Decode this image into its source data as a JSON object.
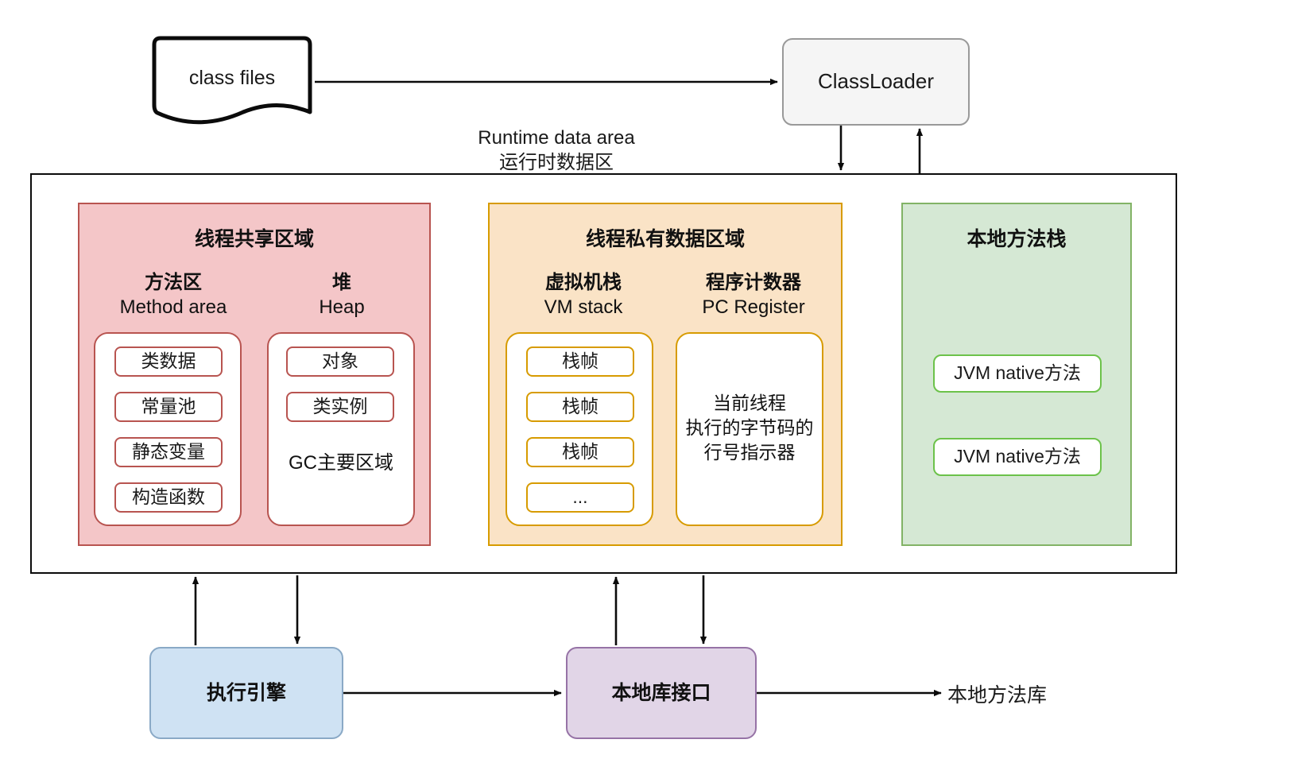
{
  "diagram": {
    "title_en": "Runtime data area",
    "title_cn": "运行时数据区"
  },
  "class_files": {
    "label": "class files"
  },
  "classloader": {
    "label": "ClassLoader"
  },
  "regions": {
    "shared": {
      "title": "线程共享区域",
      "areas": [
        {
          "name_cn": "方法区",
          "name_en": "Method area",
          "items": [
            "类数据",
            "常量池",
            "静态变量",
            "构造函数"
          ]
        },
        {
          "name_cn": "堆",
          "name_en": "Heap",
          "items": [
            "对象",
            "类实例"
          ],
          "note": "GC主要区域"
        }
      ]
    },
    "private": {
      "title": "线程私有数据区域",
      "areas": [
        {
          "name_cn": "虚拟机栈",
          "name_en": "VM stack",
          "items": [
            "栈帧",
            "栈帧",
            "栈帧",
            "..."
          ]
        },
        {
          "name_cn": "程序计数器",
          "name_en": "PC Register",
          "text_lines": [
            "当前线程",
            "执行的字节码的",
            "行号指示器"
          ]
        }
      ]
    },
    "native_stack": {
      "title": "本地方法栈",
      "items": [
        "JVM native方法",
        "JVM native方法"
      ]
    }
  },
  "bottom": {
    "execution_engine": "执行引擎",
    "native_interface": "本地库接口",
    "native_method_library": "本地方法库"
  },
  "colors": {
    "shared_fill": "#f4c6c8",
    "shared_border": "#b85450",
    "private_fill": "#fae3c6",
    "private_border": "#d79b00",
    "native_fill": "#d5e8d4",
    "native_border": "#82b366",
    "chip_green_border": "#6cc24a",
    "exec_fill": "#cfe2f3",
    "native_if_fill": "#e1d5e7",
    "classloader_fill": "#f5f5f5",
    "container_border": "#0b0b0b"
  }
}
